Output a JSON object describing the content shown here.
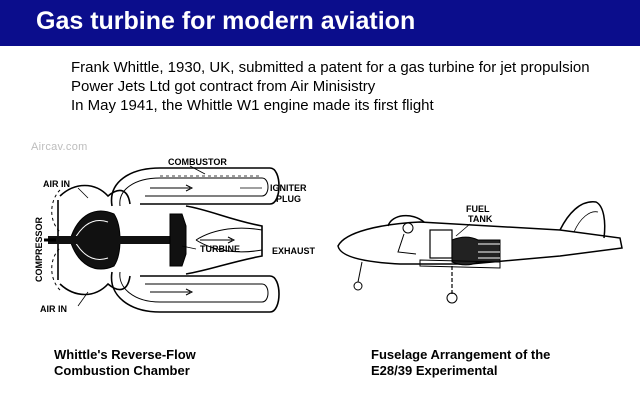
{
  "title": "Gas turbine for modern aviation",
  "bullets": [
    "Frank Whittle, 1930, UK, submitted a patent for a gas turbine for jet propulsion",
    "Power Jets Ltd got contract from Air Minisistry",
    "In May 1941, the Whittle W1 engine made its first flight"
  ],
  "watermark": "Aircav.com",
  "engine_diagram": {
    "labels": {
      "combustor": "COMBUSTOR",
      "air_in_top": "AIR IN",
      "igniter_1": "IGNITER",
      "igniter_2": "PLUG",
      "compressor": "COMPRESSOR",
      "turbine": "TURBINE",
      "exhaust": "EXHAUST",
      "air_in_bottom": "AIR IN"
    },
    "caption_line1": "Whittle's Reverse-Flow",
    "caption_line2": "Combustion Chamber"
  },
  "aircraft_diagram": {
    "labels": {
      "fuel_1": "FUEL",
      "fuel_2": "TANK"
    },
    "caption_line1": "Fuselage Arrangement of the",
    "caption_line2": "E28/39 Experimental"
  }
}
